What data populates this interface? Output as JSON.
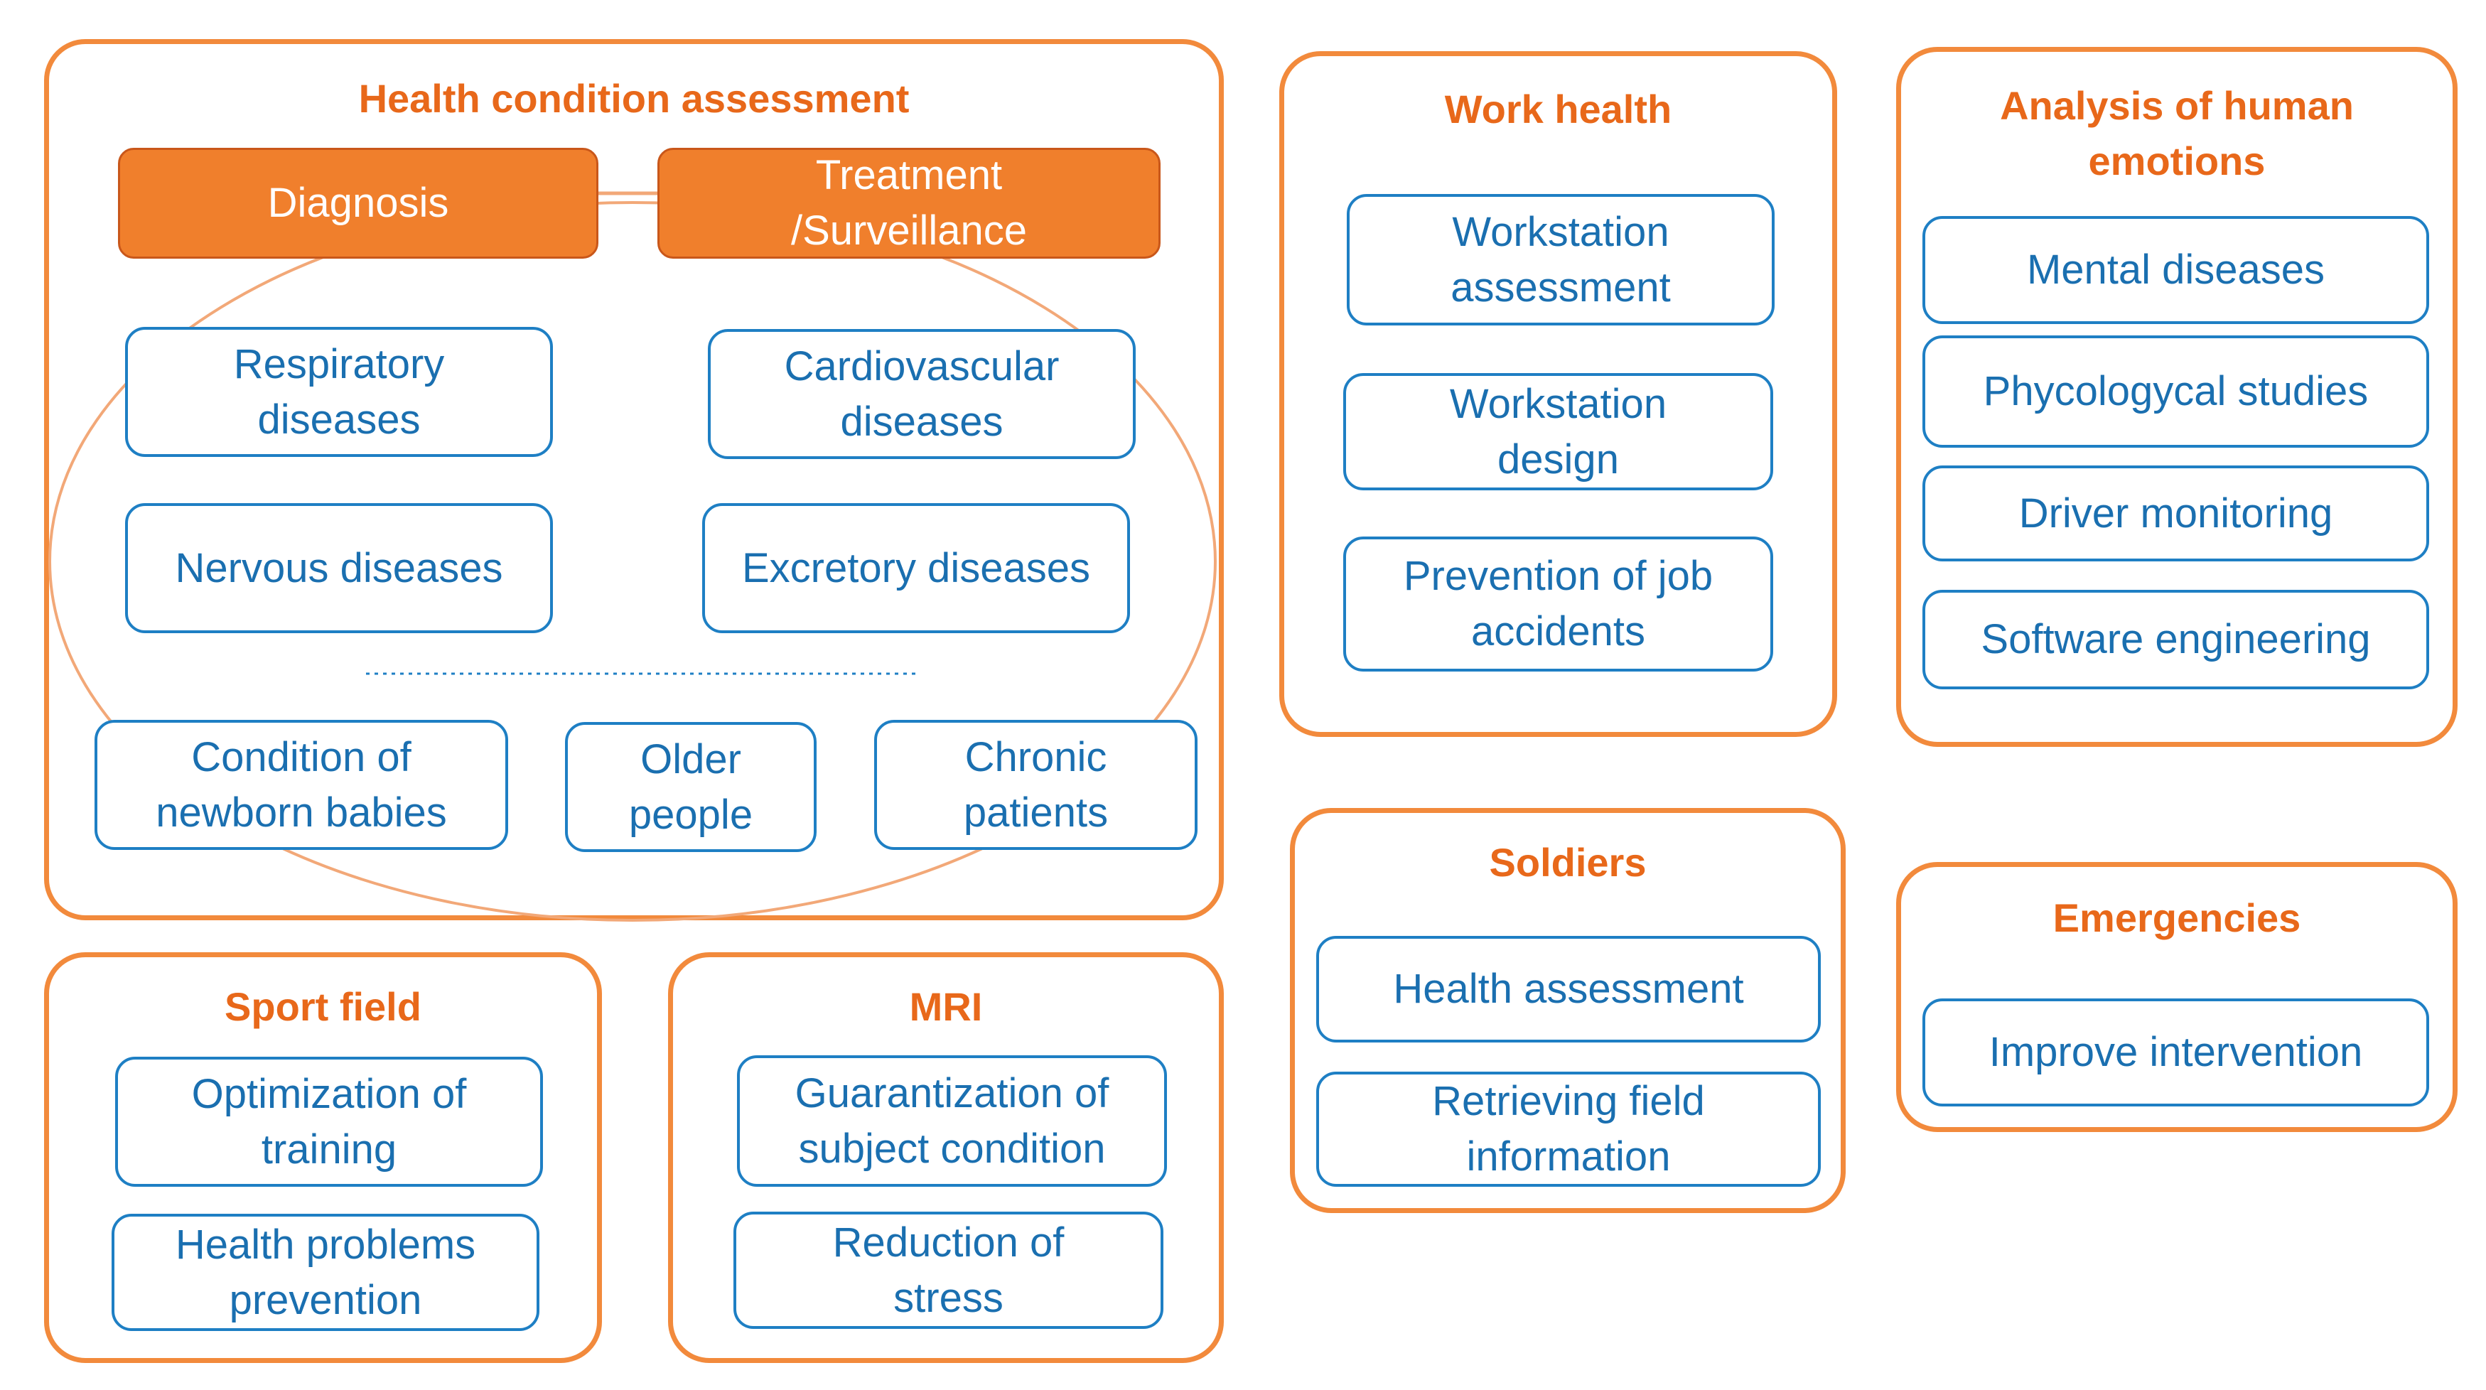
{
  "groups": {
    "health": {
      "title": "Health condition assessment",
      "diagnosis": "Diagnosis",
      "treatment": "Treatment\n/Surveillance",
      "items": [
        "Respiratory\ndiseases",
        "Cardiovascular\ndiseases",
        "Nervous diseases",
        "Excretory diseases"
      ],
      "population": [
        "Condition of\nnewborn babies",
        "Older\npeople",
        "Chronic\npatients"
      ]
    },
    "work": {
      "title": "Work health",
      "items": [
        "Workstation\nassessment",
        "Workstation\ndesign",
        "Prevention of job\naccidents"
      ]
    },
    "emotions": {
      "title": "Analysis of human\nemotions",
      "items": [
        "Mental diseases",
        "Phycologycal studies",
        "Driver monitoring",
        "Software engineering"
      ]
    },
    "sport": {
      "title": "Sport field",
      "items": [
        "Optimization of\ntraining",
        "Health problems\nprevention"
      ]
    },
    "mri": {
      "title": "MRI",
      "items": [
        "Guarantization of\nsubject condition",
        "Reduction of\nstress"
      ]
    },
    "soldiers": {
      "title": "Soldiers",
      "items": [
        "Health assessment",
        "Retrieving field\ninformation"
      ]
    },
    "emergencies": {
      "title": "Emergencies",
      "items": [
        "Improve intervention"
      ]
    }
  },
  "colors": {
    "group_border": "#f28a3c",
    "group_title": "#e8681a",
    "box_border": "#1e7fc4",
    "box_text": "#1a6fb0",
    "highlight_fill": "#f07f2c"
  }
}
